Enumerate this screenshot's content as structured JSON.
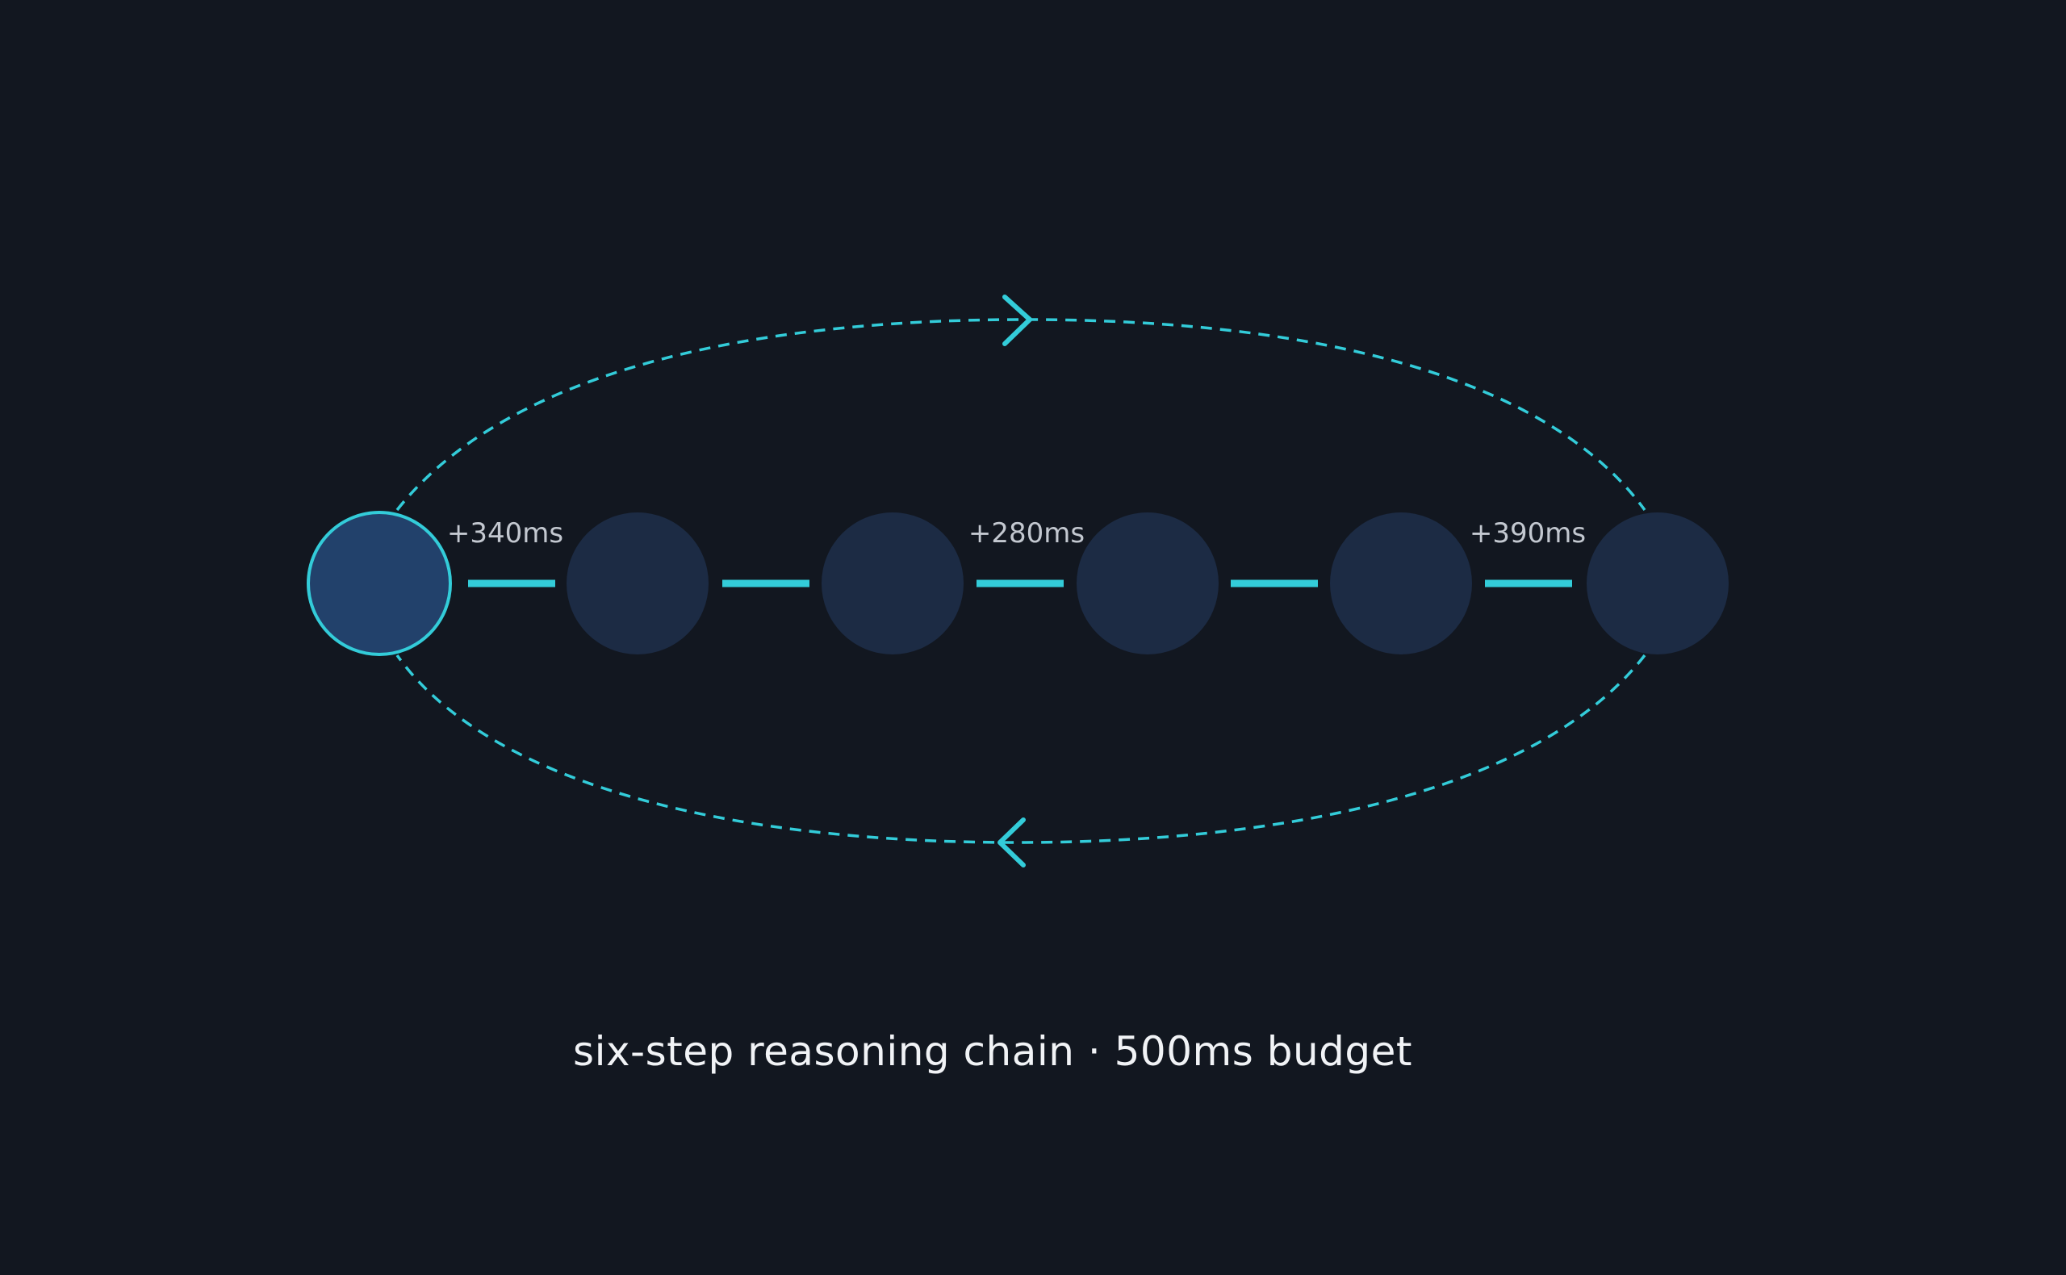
{
  "colors": {
    "background": "#121720",
    "accent": "#33ccd9",
    "node_fill": "#1c2b44",
    "active_node_fill": "#22416b",
    "label": "#c3c8d0",
    "caption": "#f1f3f6"
  },
  "nodes": [
    {
      "active": true
    },
    {
      "active": false
    },
    {
      "active": false
    },
    {
      "active": false
    },
    {
      "active": false
    },
    {
      "active": false
    }
  ],
  "edge_labels": {
    "first": "+340ms",
    "third": "+280ms",
    "fifth": "+390ms"
  },
  "caption": "six-step reasoning chain · 500ms budget"
}
